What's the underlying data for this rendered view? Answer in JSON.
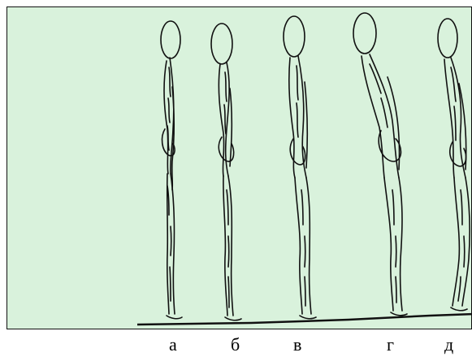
{
  "figure": {
    "figure_ids": [
      "figure-a",
      "figure-b",
      "figure-c",
      "figure-d",
      "figure-e"
    ],
    "labels": [
      "а",
      "б",
      "в",
      "г",
      "д"
    ],
    "colors": {
      "background": "#d9f2dc",
      "ink": "#111111",
      "frame": "#111111"
    }
  }
}
